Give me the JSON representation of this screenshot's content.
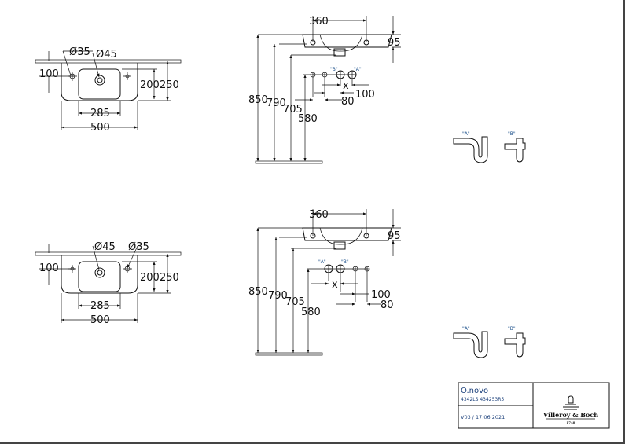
{
  "title_block": {
    "product": "O.novo",
    "article_numbers": "4342LS 434253R5",
    "version": "V03 / 17.06.2021",
    "brand_logo": "Villeroy & Boch",
    "brand_year": "1748"
  },
  "plan_top": {
    "d1": "Ø35",
    "d2": "Ø45",
    "left_offset": "100",
    "inner_depth": "200",
    "outer_depth": "250",
    "inner_width": "285",
    "outer_width": "500"
  },
  "plan_bottom": {
    "d1": "Ø45",
    "d2": "Ø35",
    "left_offset": "100",
    "inner_depth": "200",
    "outer_depth": "250",
    "inner_width": "285",
    "outer_width": "500"
  },
  "elevation_top": {
    "hole_spacing": "360",
    "basin_height": "95",
    "h1": "850",
    "h2": "790",
    "h3": "705",
    "h4": "580",
    "label_a": "\"A\"",
    "label_b": "\"B\"",
    "x": "x",
    "d100": "100",
    "d80": "80"
  },
  "elevation_bottom": {
    "hole_spacing": "360",
    "basin_height": "95",
    "h1": "850",
    "h2": "790",
    "h3": "705",
    "h4": "580",
    "label_a": "\"A\"",
    "label_b": "\"B\"",
    "x": "x",
    "d100": "100",
    "d80": "80"
  },
  "siphons_top": {
    "a": "\"A\"",
    "b": "\"B\""
  },
  "siphons_bottom": {
    "a": "\"A\"",
    "b": "\"B\""
  }
}
